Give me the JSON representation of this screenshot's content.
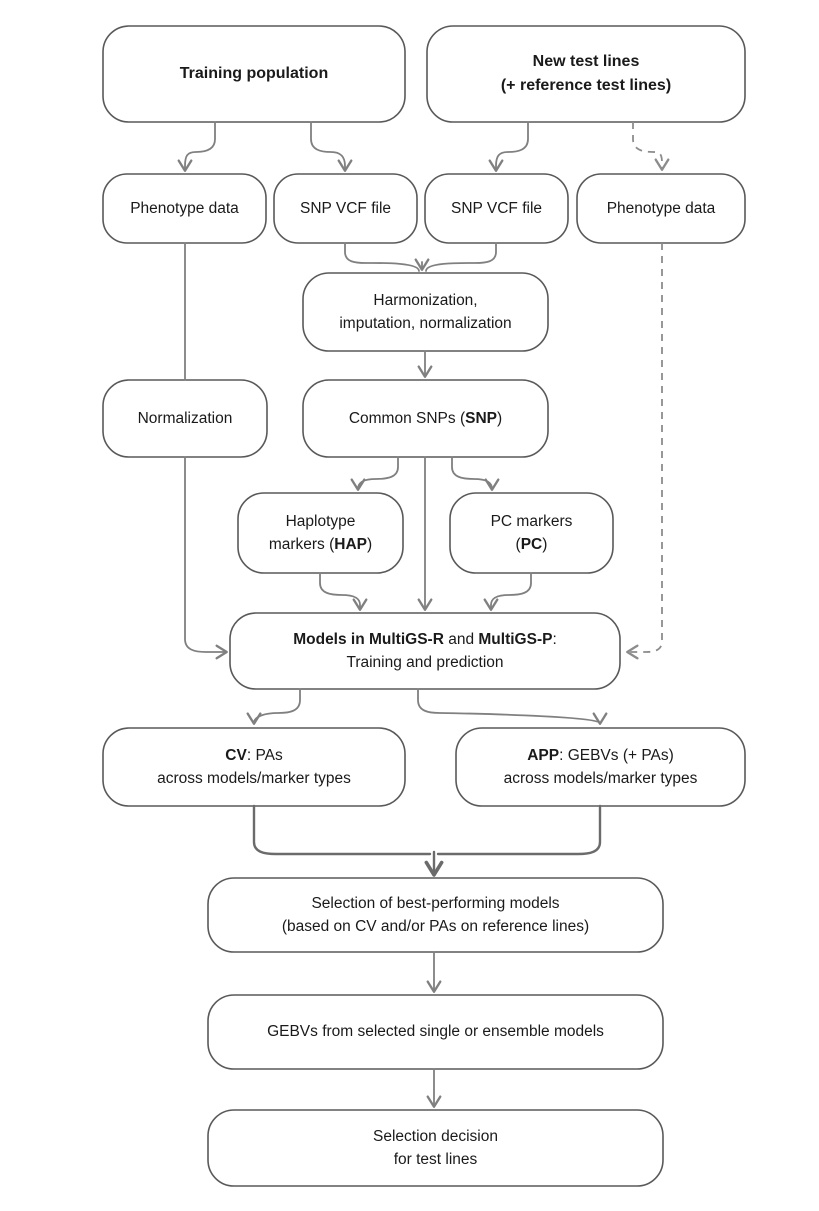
{
  "diagram": {
    "title_present": false,
    "stroke_color": "#595959",
    "edge_color": "#808080",
    "text_color": "#1a1a1a",
    "background": "#ffffff"
  },
  "nodes": {
    "training_population": {
      "line1": "Training population"
    },
    "new_test_lines": {
      "line1": "New test lines",
      "line2": "(+ reference test lines)"
    },
    "phenotype_data_left": {
      "line1": "Phenotype data"
    },
    "snp_vcf_left": {
      "line1": "SNP VCF file"
    },
    "snp_vcf_right": {
      "line1": "SNP VCF file"
    },
    "phenotype_data_right": {
      "line1": "Phenotype data"
    },
    "harmonization": {
      "line1": "Harmonization,",
      "line2": "imputation, normalization"
    },
    "normalization": {
      "line1": "Normalization"
    },
    "common_snps": {
      "line1_pre": "Common SNPs (",
      "line1_bold": "SNP",
      "line1_post": ")"
    },
    "haplotype_markers": {
      "line1": "Haplotype",
      "line2_pre": "markers (",
      "line2_bold": "HAP",
      "line2_post": ")"
    },
    "pc_markers": {
      "line1": "PC markers",
      "line2_pre": "(",
      "line2_bold": "PC",
      "line2_post": ")"
    },
    "models": {
      "line1_bold_a": "Models in MultiGS-R",
      "line1_mid": " and ",
      "line1_bold_b": "MultiGS-P",
      "line1_post": ":",
      "line2": "Training and prediction"
    },
    "cv_results": {
      "line1_bold": "CV",
      "line1_post": ": PAs",
      "line2": "across models/marker types"
    },
    "app_results": {
      "line1_bold": "APP",
      "line1_post": ":  GEBVs (+ PAs)",
      "line2": "across  models/marker types"
    },
    "selection_models": {
      "line1": "Selection of best-performing models",
      "line2": "(based on CV and/or PAs on reference lines)"
    },
    "gebvs_models": {
      "line1": "GEBVs from selected single or ensemble models"
    },
    "selection_decision": {
      "line1": "Selection decision",
      "line2": "for test lines"
    }
  },
  "edges": [
    {
      "id": "training-to-phenotype-left",
      "style": "solid",
      "arrow": true
    },
    {
      "id": "training-to-snp-left",
      "style": "solid",
      "arrow": true
    },
    {
      "id": "newtest-to-snp-right",
      "style": "solid",
      "arrow": true
    },
    {
      "id": "newtest-to-phenotype-right",
      "style": "dashed",
      "arrow": true
    },
    {
      "id": "snp-files-merge-to-harmonization",
      "style": "solid",
      "arrow": true
    },
    {
      "id": "harmonization-to-common-snps",
      "style": "solid",
      "arrow": true
    },
    {
      "id": "common-snps-to-haplotype",
      "style": "solid",
      "arrow": true
    },
    {
      "id": "common-snps-to-models",
      "style": "solid",
      "arrow": true
    },
    {
      "id": "common-snps-to-pc",
      "style": "solid",
      "arrow": true
    },
    {
      "id": "haplotype-to-models",
      "style": "solid",
      "arrow": true
    },
    {
      "id": "pc-to-models",
      "style": "solid",
      "arrow": true
    },
    {
      "id": "phenotype-left-to-models",
      "style": "solid",
      "arrow": true
    },
    {
      "id": "phenotype-right-to-models",
      "style": "dashed",
      "arrow": true
    },
    {
      "id": "models-to-cv",
      "style": "solid",
      "arrow": true
    },
    {
      "id": "models-to-app",
      "style": "solid",
      "arrow": true
    },
    {
      "id": "cv-app-merge-to-selection",
      "style": "solid",
      "arrow": true
    },
    {
      "id": "selection-to-gebvs",
      "style": "solid",
      "arrow": true
    },
    {
      "id": "gebvs-to-decision",
      "style": "solid",
      "arrow": true
    }
  ]
}
